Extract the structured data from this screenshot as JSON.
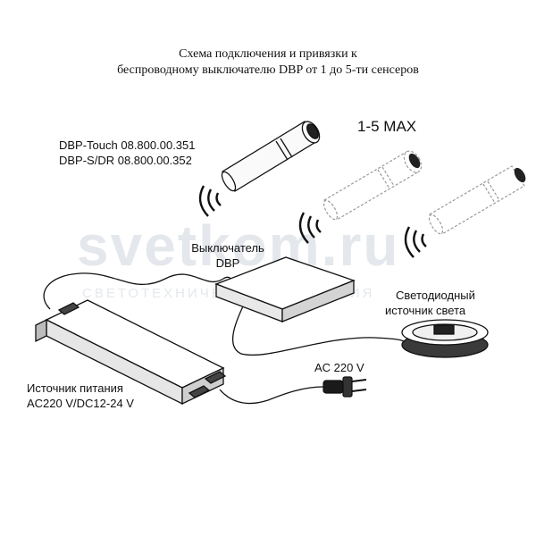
{
  "title": {
    "line1": "Схема подключения и привязки к",
    "line2": "беспроводному выключателю DBP от 1 до 5-ти сенсеров"
  },
  "sensor_models": {
    "line1": "DBP-Touch 08.800.00.351",
    "line2": "DBP-S/DR 08.800.00.352"
  },
  "max_label": "1-5 MAX",
  "switch_label": {
    "line1": "Выключатель",
    "line2": "DBP"
  },
  "led_label": {
    "line1": "Светодиодный",
    "line2": "источник света"
  },
  "psu_label": {
    "line1": "Источник питания",
    "line2": "AC220 V/DC12-24 V"
  },
  "ac_label": "AC 220 V",
  "watermark": {
    "main": "svetkom.ru",
    "sub": "СВЕТОТЕХНИЧЕСКАЯ КОМПАНИЯ"
  },
  "colors": {
    "line": "#111111",
    "dashed": "#9a9a9a",
    "watermark": "#e4e8ec"
  }
}
